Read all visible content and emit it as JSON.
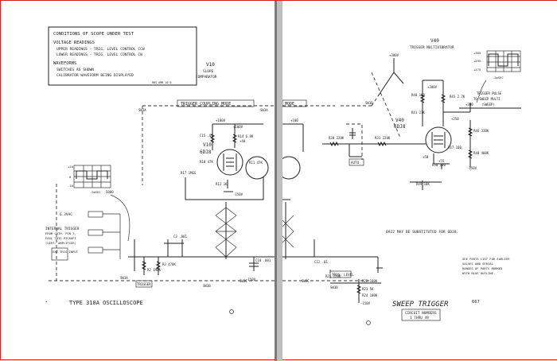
{
  "notes": {
    "title": "CONDITIONS OF SCOPE UNDER TEST",
    "voltage_heading": "VOLTAGE READINGS",
    "upper": "UPPER READINGS - TRIG. LEVEL CONTROL CCW",
    "lower": "LOWER READINGS - TRIG. LEVEL CONTROL CW",
    "waveforms_heading": "WAVEFORMS",
    "switches": "SWITCHES AS SHOWN",
    "calibrator": "CALIBRATOR WAVEFORM BEING DISPLAYED",
    "initials": "RBS  AMR  10.6"
  },
  "tubes": {
    "v10_label": "V10",
    "v10_type": "6DJ8",
    "v10_func1": "SLOPE",
    "v10_func2": "COMPARATOR",
    "v40_label": "V40",
    "v40_type": "6DJ8",
    "v40_func": "TRIGGER MULTIVIBRATOR"
  },
  "left": {
    "trigger_coupling": "TRIGGER COUPLING MODE",
    "ext_input": "EXT TRIG INPUT",
    "internal_trigger": "INTERNAL TRIGGER",
    "internal_trigger_2": "FROM CATH. PIN 3,",
    "internal_trigger_3": "FAXL TRIG PICKOFF",
    "internal_trigger_4": "(VERT. AMPLIFIER)",
    "ac_63": "6.3VAC",
    "trigger_box": "TRIGGER",
    "bottom_label": "TYPE 310A OSCILLOSCOPE",
    "sw_labels": [
      "SW3A",
      "SW3A",
      "SW3B",
      "SW3C",
      "SW3B"
    ],
    "wave_ticks": [
      "5000",
      ".2mSEC"
    ],
    "wave_y": [
      "+10",
      "0",
      "-10"
    ],
    "res": [
      "R10 47K",
      "R11 47K",
      "R12 1K",
      "R14 6.8K",
      "R3 470K",
      "R2 1MEG",
      "R17 1MEG"
    ],
    "caps": [
      "C3 .001",
      "C10 .001",
      "C15 .01",
      "C12 .01"
    ],
    "volts": [
      "+100V",
      "+100V",
      "-150V",
      "+40"
    ]
  },
  "right": {
    "trigger_mode": "MODE",
    "auto": "AUTO",
    "trig_level": "TRIG. LEVEL",
    "trigger_pulse": "TRIGGER PULSE",
    "trigger_pulse_2": "TO SWEEP MULTI",
    "trigger_pulse_3": "(SWEEP)",
    "note_6922": "6922 MAY BE SUBSTITUTED FOR 6DJ8.",
    "parts_note_1": "SEE PARTS LIST FOR EARLIER",
    "parts_note_2": "VALUES AND SERIAL",
    "parts_note_3": "RANGES OF PARTS MARKED",
    "parts_note_4": "WITH BLUE OUTLINE.",
    "sweep_trigger": "SWEEP TRIGGER",
    "circuit_numbers": "CIRCUIT NUMBERS",
    "circuit_range": "1 THRU 49",
    "page_num": "667",
    "wave_y": [
      "+305",
      "+295",
      "+275"
    ],
    "wave_time": ".2mSEC",
    "res": [
      "R30 220K",
      "R31 220K",
      "R40 100",
      "R41 27K",
      "R42 6.8K",
      "R45 2.7K",
      "R46 330K",
      "R47 100",
      "R48 400K",
      "R49 10K",
      "R50 100",
      "R21 220K",
      "R22 100K",
      "R23 5K",
      "R24 100K"
    ],
    "volts": [
      "+300V",
      "+300V",
      "+250",
      "+300",
      "+100",
      "+80",
      "-150V",
      "+50",
      "+55"
    ],
    "sw_labels": [
      "SW3D",
      "SW3C",
      "SW3C",
      "SW3B"
    ]
  }
}
